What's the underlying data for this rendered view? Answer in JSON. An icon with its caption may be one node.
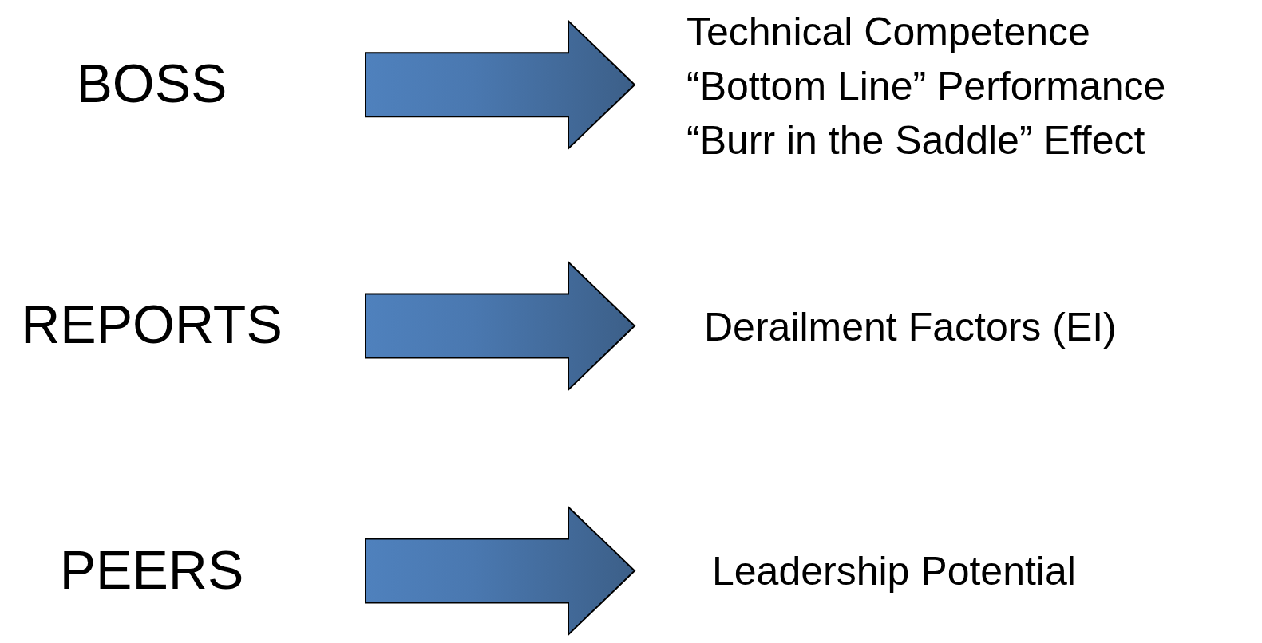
{
  "diagram": {
    "nodes": [
      {
        "text": [
          "BOSS"
        ]
      },
      {
        "text": [
          "REPORTS"
        ]
      },
      {
        "text": [
          "PEERS"
        ]
      },
      {
        "text": [
          "Technical Competence",
          "“Bottom Line” Performance",
          "“Burr in the Saddle” Effect"
        ]
      },
      {
        "text": [
          "Derailment Factors (EI)"
        ]
      },
      {
        "text": [
          "Leadership Potential"
        ]
      }
    ],
    "edges": [
      {
        "from": 0,
        "to": 3,
        "arrow": "to"
      },
      {
        "from": 1,
        "to": 4,
        "arrow": "to"
      },
      {
        "from": 2,
        "to": 5,
        "arrow": "to"
      }
    ]
  }
}
